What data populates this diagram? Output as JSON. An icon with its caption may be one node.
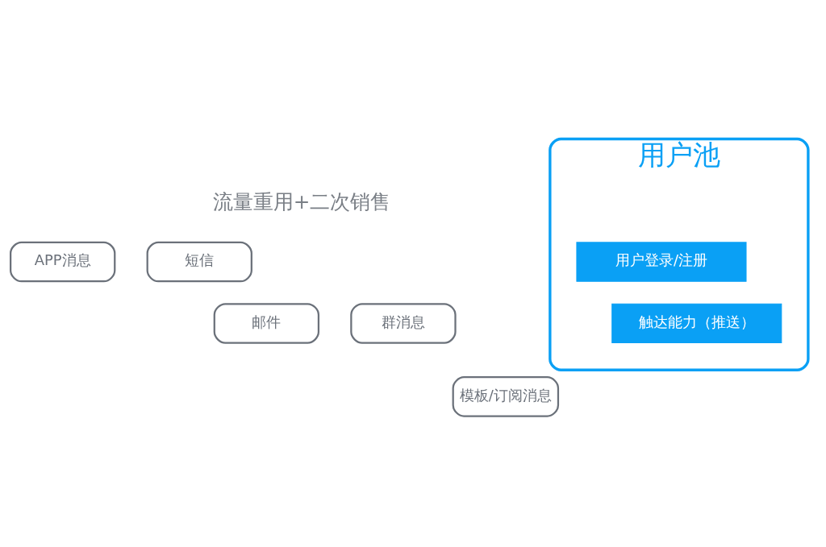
{
  "diagram": {
    "nodes": [
      {
        "text": [
          "APP消息"
        ]
      },
      {
        "text": [
          "短信"
        ]
      },
      {
        "text": [
          "邮件"
        ]
      },
      {
        "text": [
          "群消息"
        ]
      },
      {
        "text": [
          "模板/订阅消息"
        ]
      },
      {
        "text": [
          "用户池"
        ]
      },
      {
        "text": [
          "用户登录/注册"
        ],
        "in": 5
      },
      {
        "text": [
          "触达能力（推送）"
        ],
        "in": 5
      }
    ],
    "labels": [
      "流量重用+二次销售"
    ]
  }
}
